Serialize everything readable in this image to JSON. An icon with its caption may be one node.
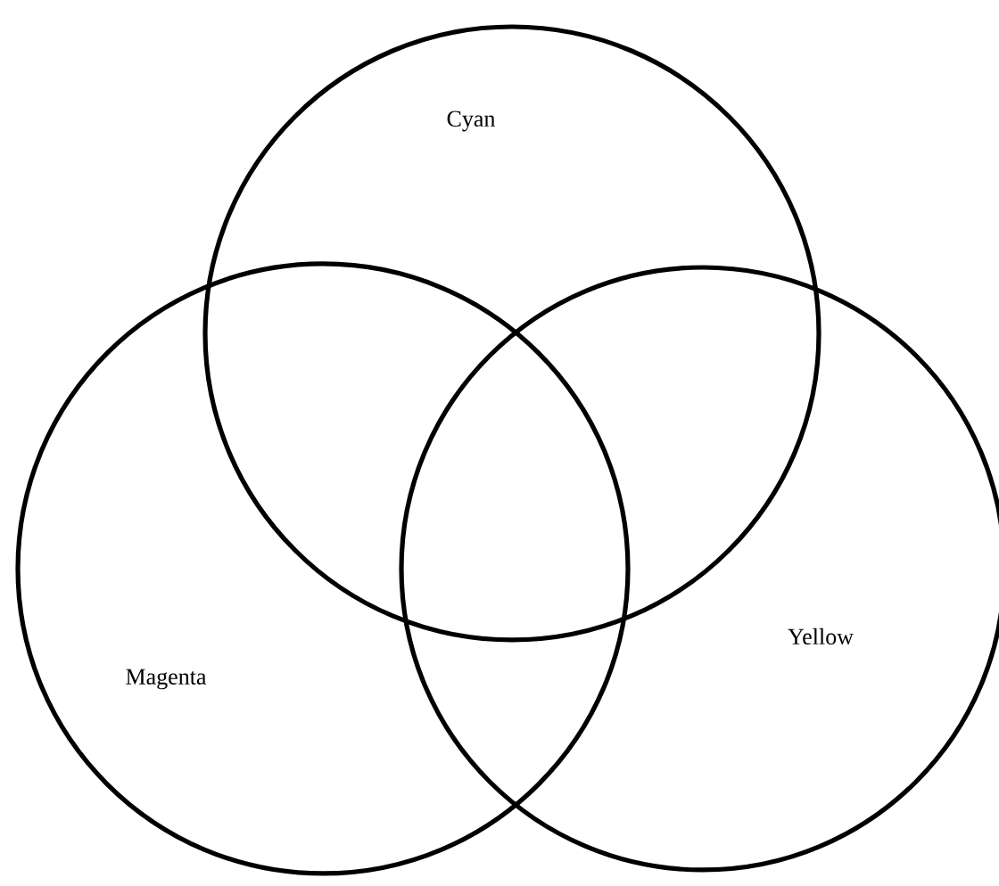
{
  "diagram": {
    "nodes": [
      {
        "text": [
          "Cyan"
        ]
      },
      {
        "text": [
          "Magenta"
        ]
      },
      {
        "text": [
          "Yellow"
        ]
      }
    ]
  }
}
